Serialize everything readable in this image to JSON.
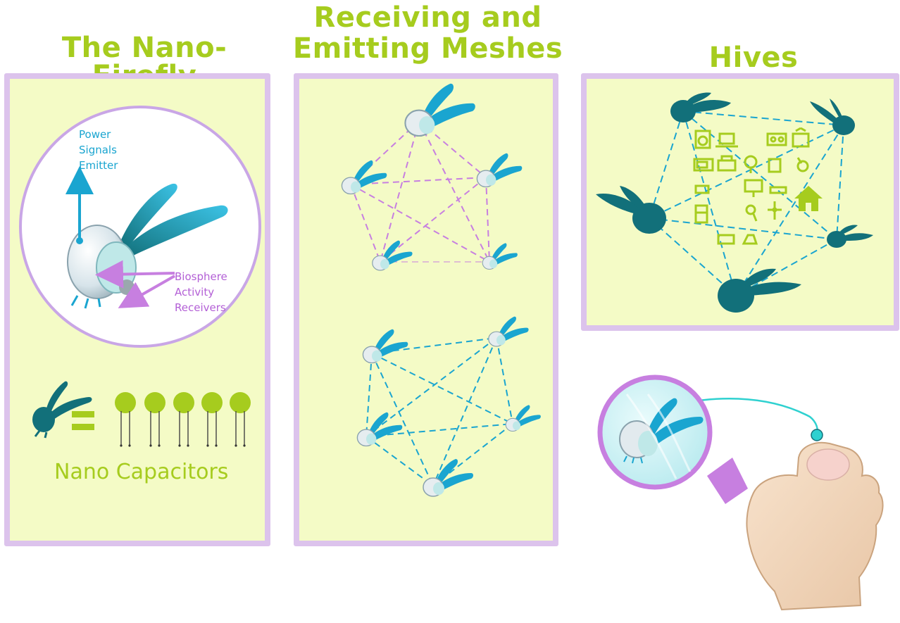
{
  "titles": {
    "nano_firefly": "The Nano-Firefly",
    "meshes_line1": "Receiving and",
    "meshes_line2": "Emitting Meshes",
    "hives": "Hives"
  },
  "nano_firefly": {
    "emitter_label_1": "Power",
    "emitter_label_2": "Signals",
    "emitter_label_3": "Emitter",
    "receiver_label_1": "Biosphere",
    "receiver_label_2": "Activity",
    "receiver_label_3": "Receivers",
    "capacitors_label": "Nano Capacitors",
    "capacitor_count": 5
  },
  "colors": {
    "title_green": "#a6cc1e",
    "panel_fill": "#f4fbc6",
    "panel_border": "#dcc3ec",
    "teal": "#12707a",
    "cyan": "#1aa5d0",
    "purple": "#c77fe0",
    "lime": "#a6cc1e"
  }
}
